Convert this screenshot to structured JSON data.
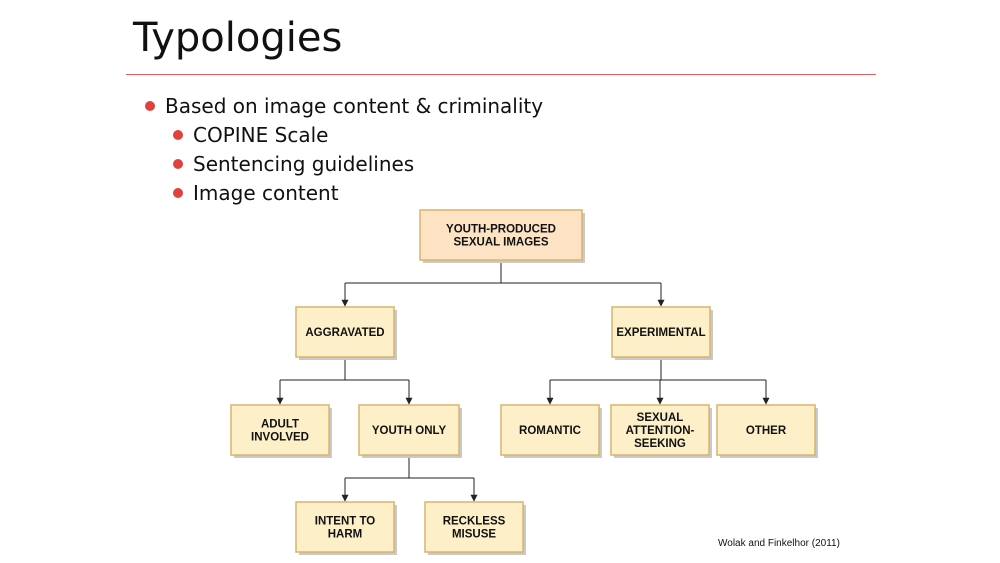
{
  "slide": {
    "title": "Typologies",
    "bullets": [
      {
        "text": "Based on image content & criminality",
        "level": 0
      },
      {
        "text": "COPINE Scale",
        "level": 1
      },
      {
        "text": "Sentencing guidelines",
        "level": 1
      },
      {
        "text": "Image content",
        "level": 1
      }
    ],
    "citation": "Wolak and Finkelhor (2011)"
  },
  "colors": {
    "accent": "#e0413a",
    "root_fill": "#fde3c4",
    "node_fill": "#fdf0c8",
    "node_border": "#d9b46a"
  },
  "diagram": {
    "nodes": [
      {
        "id": "root",
        "lines": [
          "YOUTH-PRODUCED",
          "SEXUAL IMAGES"
        ],
        "root": true
      },
      {
        "id": "aggravated",
        "lines": [
          "AGGRAVATED"
        ],
        "parent": "root"
      },
      {
        "id": "experimental",
        "lines": [
          "EXPERIMENTAL"
        ],
        "parent": "root"
      },
      {
        "id": "adult",
        "lines": [
          "ADULT",
          "INVOLVED"
        ],
        "parent": "aggravated"
      },
      {
        "id": "youth",
        "lines": [
          "YOUTH ONLY"
        ],
        "parent": "aggravated"
      },
      {
        "id": "romantic",
        "lines": [
          "ROMANTIC"
        ],
        "parent": "experimental"
      },
      {
        "id": "sexual",
        "lines": [
          "SEXUAL",
          "ATTENTION-",
          "SEEKING"
        ],
        "parent": "experimental"
      },
      {
        "id": "other",
        "lines": [
          "OTHER"
        ],
        "parent": "experimental"
      },
      {
        "id": "intent",
        "lines": [
          "INTENT TO",
          "HARM"
        ],
        "parent": "youth"
      },
      {
        "id": "reckless",
        "lines": [
          "RECKLESS",
          "MISUSE"
        ],
        "parent": "youth"
      }
    ]
  }
}
